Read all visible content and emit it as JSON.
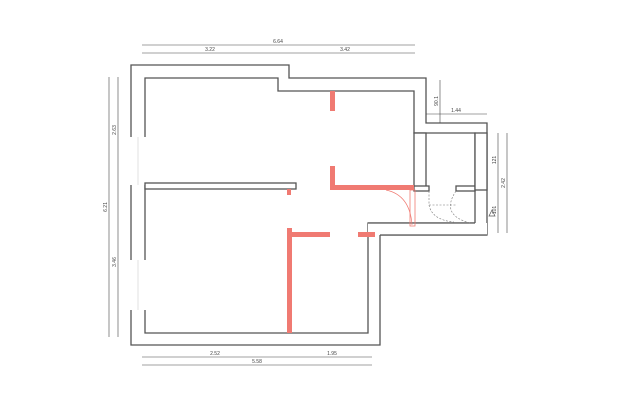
{
  "dimensions": {
    "top_total": "6.64",
    "top_left": "3.22",
    "top_right": "3.42",
    "left_total": "6.21",
    "left_upper": "2.63",
    "left_lower": "3.46",
    "bottom_total": "5.58",
    "bottom_left": "2.52",
    "bottom_right": "1.95",
    "bump_height": "90.1",
    "bump_width": "1.44",
    "right_upper": "121",
    "right_lower": "101",
    "right_total": "2.42"
  },
  "colors": {
    "wall": "#555555",
    "new_wall": "#f07a72"
  }
}
